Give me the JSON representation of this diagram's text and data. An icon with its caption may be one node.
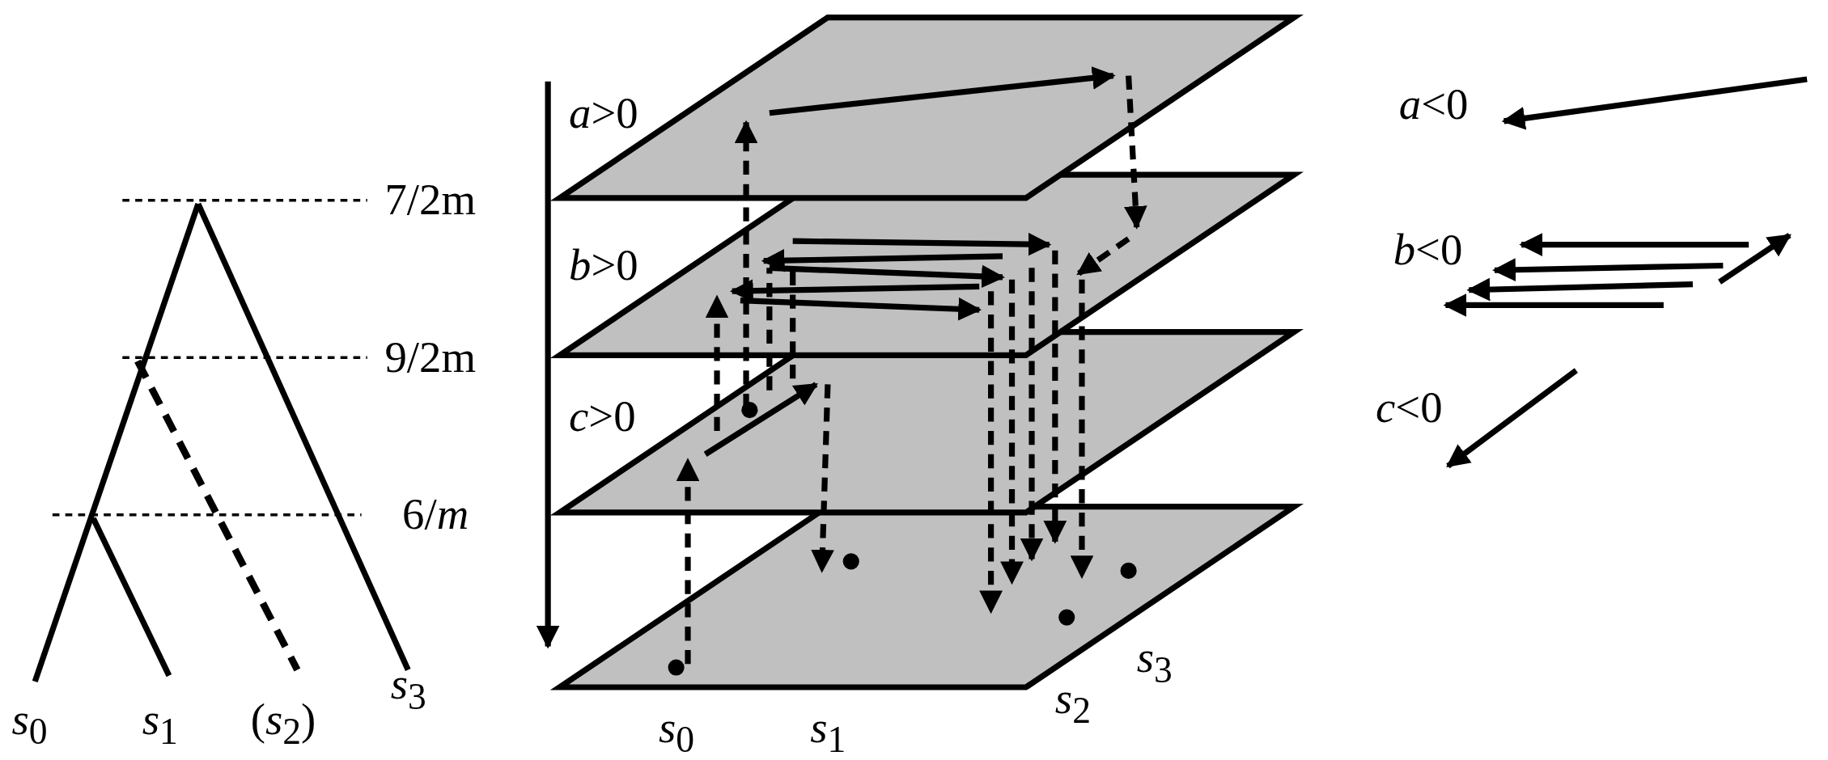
{
  "diagram": {
    "labels": [
      "7/2m",
      "9/2m",
      "6/*m*",
      "*s*$_{0}$",
      "*s*$_{1}$",
      "(*s*$_{2}$)",
      "*s*$_{3}$",
      "*a*>0",
      "*b*>0",
      "*c*>0",
      "*s*$_{0}$",
      "*s*$_{1}$",
      "*s*$_{2}$",
      "*s*$_{3}$",
      "*a*<0",
      "*b*<0",
      "*c*<0"
    ]
  }
}
